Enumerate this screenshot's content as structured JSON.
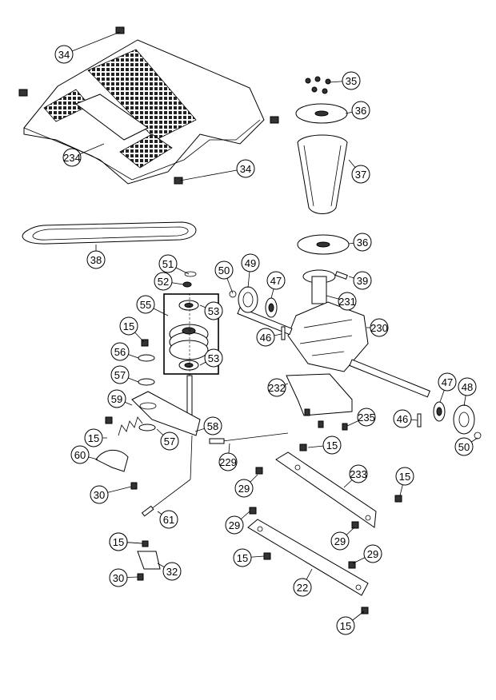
{
  "diagram": {
    "callouts": [
      "34",
      "34",
      "234",
      "35",
      "36",
      "37",
      "38",
      "36",
      "39",
      "51",
      "52",
      "55",
      "53",
      "53",
      "50",
      "49",
      "47",
      "231",
      "230",
      "46",
      "15",
      "56",
      "57",
      "59",
      "57",
      "58",
      "15",
      "60",
      "30",
      "232",
      "235",
      "47",
      "48",
      "46",
      "50",
      "229",
      "15",
      "29",
      "233",
      "15",
      "29",
      "29",
      "15",
      "61",
      "15",
      "32",
      "30",
      "15",
      "29",
      "22",
      "15"
    ]
  }
}
